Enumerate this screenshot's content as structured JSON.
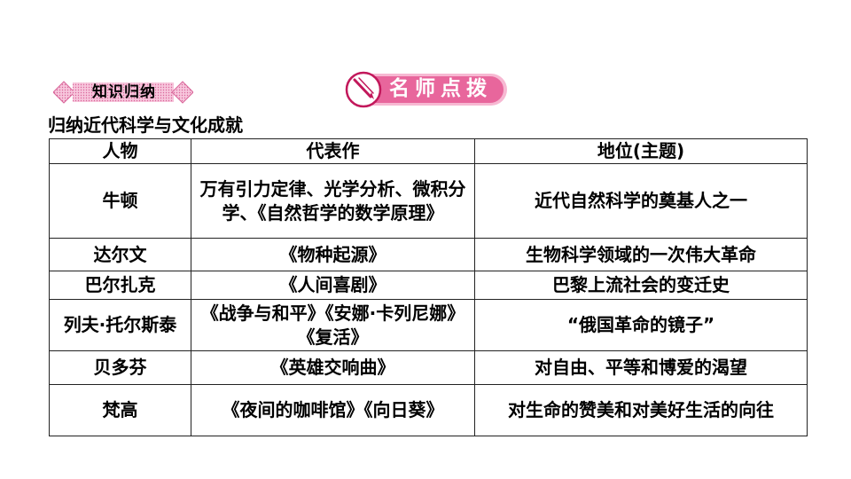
{
  "badge": {
    "label": "知识归纳"
  },
  "tip": {
    "label": "名师点拨"
  },
  "subtitle": "归纳近代科学与文化成就",
  "table": {
    "headers": [
      "人物",
      "代表作",
      "地位(主题)"
    ],
    "rows": [
      {
        "person": "牛顿",
        "work": "万有引力定律、光学分析、微积分学、《自然哲学的数学原理》",
        "status": "近代自然科学的奠基人之一"
      },
      {
        "person": "达尔文",
        "work": "《物种起源》",
        "status": "生物科学领域的一次伟大革命"
      },
      {
        "person": "巴尔扎克",
        "work": "《人间喜剧》",
        "status": "巴黎上流社会的变迁史"
      },
      {
        "person": "列夫·托尔斯泰",
        "work": "《战争与和平》《安娜·卡列尼娜》《复活》",
        "status": "“俄国革命的镜子”"
      },
      {
        "person": "贝多芬",
        "work": "《英雄交响曲》",
        "status": "对自由、平等和博爱的渴望"
      },
      {
        "person": "梵高",
        "work": "《夜间的咖啡馆》《向日葵》",
        "status": "对生命的赞美和对美好生活的向往"
      }
    ]
  },
  "colors": {
    "badge_pink": "#f2a0c4",
    "tip_pink": "#e8669c",
    "tip_dark": "#c2185b"
  }
}
